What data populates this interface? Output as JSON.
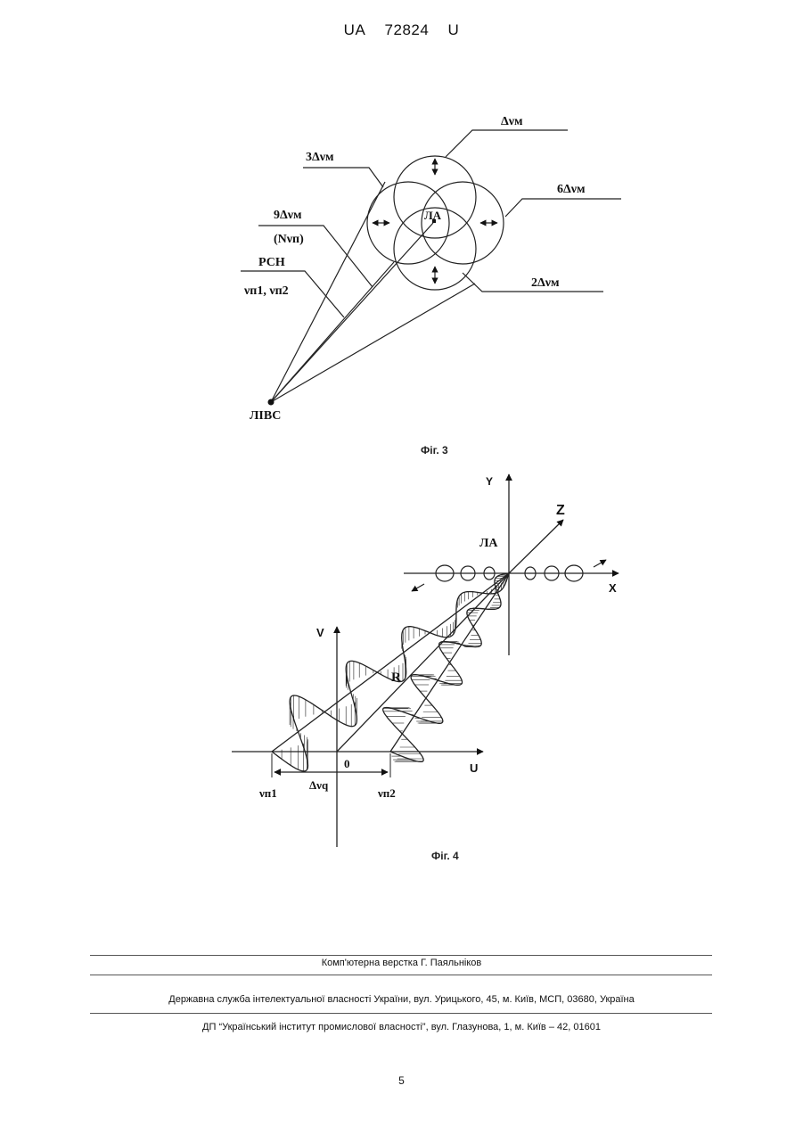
{
  "header": {
    "country": "UA",
    "number": "72824",
    "kind": "U"
  },
  "fig3": {
    "caption": "Фіг. 3",
    "labels": {
      "dv_m": "Δνм",
      "dv3": "3Δνм",
      "dv6": "6Δνм",
      "dv9": "9Δνм",
      "nvp": "(Nνп)",
      "dv2": "2Δνм",
      "rsn": "РСН",
      "vp12": "νп1, νп2",
      "la": "ЛА",
      "livs": "ЛІВС"
    }
  },
  "fig4": {
    "caption": "Фіг. 4",
    "labels": {
      "y": "Y",
      "z": "Z",
      "x": "X",
      "la": "ЛА",
      "v": "V",
      "r": "R",
      "u": "U",
      "zero": "0",
      "vp1": "νп1",
      "dvq": "Δνq",
      "vp2": "νп2"
    }
  },
  "footer": {
    "layout_credit": "Комп'ютерна верстка Г. Паяльніков",
    "agency": "Державна служба інтелектуальної власності України, вул. Урицького, 45, м. Київ, МСП, 03680, Україна",
    "institute": "ДП “Український інститут промислової власності”, вул. Глазунова, 1, м. Київ – 42, 01601"
  },
  "page_number": "5"
}
